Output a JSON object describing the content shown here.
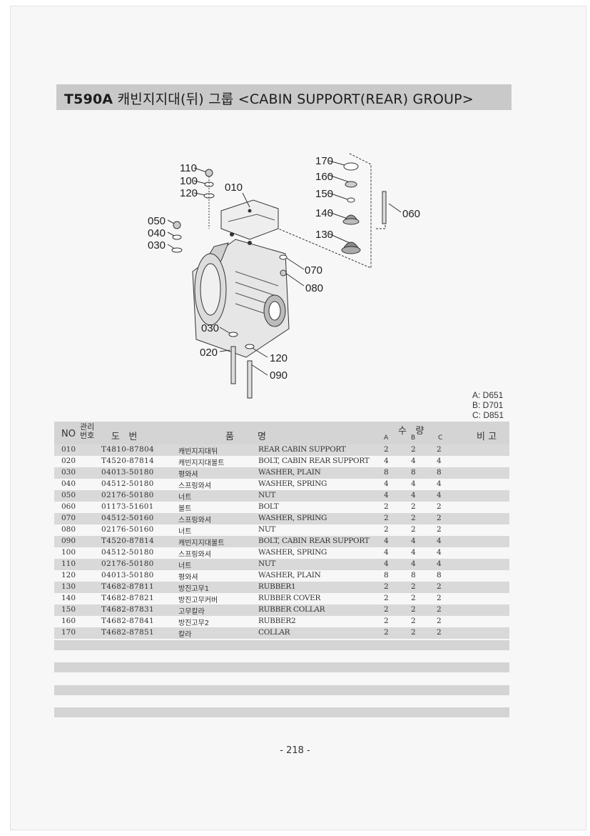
{
  "title": {
    "model": "T590A",
    "text": "캐빈지지대(뒤) 그룹 <CABIN SUPPORT(REAR) GROUP>"
  },
  "diagram": {
    "callouts": [
      "110",
      "100",
      "120",
      "010",
      "170",
      "160",
      "150",
      "140",
      "130",
      "060",
      "050",
      "040",
      "030",
      "070",
      "080",
      "030",
      "020",
      "120",
      "090"
    ]
  },
  "legend": {
    "a": "A: D651",
    "b": "B: D701",
    "c": "C: D851"
  },
  "table": {
    "headers": {
      "no": "NO",
      "mgmt": "관리\n번호",
      "drawing": "도   번",
      "name": "품        명",
      "qty": "수   량",
      "a": "A",
      "b": "B",
      "c": "C",
      "remark": "비 고"
    },
    "rows": [
      {
        "no": "010",
        "code": "T4810-87804",
        "kr": "캐빈지지대뒤",
        "en": "REAR CABIN SUPPORT",
        "a": "2",
        "b": "2",
        "c": "2"
      },
      {
        "no": "020",
        "code": "T4520-87814",
        "kr": "캐빈지지대볼트",
        "en": "BOLT, CABIN REAR SUPPORT",
        "a": "4",
        "b": "4",
        "c": "4"
      },
      {
        "no": "030",
        "code": "04013-50180",
        "kr": "평와셔",
        "en": "WASHER, PLAIN",
        "a": "8",
        "b": "8",
        "c": "8"
      },
      {
        "no": "040",
        "code": "04512-50180",
        "kr": "스프링와셔",
        "en": "WASHER, SPRING",
        "a": "4",
        "b": "4",
        "c": "4"
      },
      {
        "no": "050",
        "code": "02176-50180",
        "kr": "너트",
        "en": "NUT",
        "a": "4",
        "b": "4",
        "c": "4"
      },
      {
        "no": "060",
        "code": "01173-51601",
        "kr": "볼트",
        "en": "BOLT",
        "a": "2",
        "b": "2",
        "c": "2"
      },
      {
        "no": "070",
        "code": "04512-50160",
        "kr": "스프링와셔",
        "en": "WASHER, SPRING",
        "a": "2",
        "b": "2",
        "c": "2"
      },
      {
        "no": "080",
        "code": "02176-50160",
        "kr": "너트",
        "en": "NUT",
        "a": "2",
        "b": "2",
        "c": "2"
      },
      {
        "no": "090",
        "code": "T4520-87814",
        "kr": "캐빈지지대볼트",
        "en": "BOLT, CABIN REAR SUPPORT",
        "a": "4",
        "b": "4",
        "c": "4"
      },
      {
        "no": "100",
        "code": "04512-50180",
        "kr": "스프링와셔",
        "en": "WASHER, SPRING",
        "a": "4",
        "b": "4",
        "c": "4"
      },
      {
        "no": "110",
        "code": "02176-50180",
        "kr": "너트",
        "en": "NUT",
        "a": "4",
        "b": "4",
        "c": "4"
      },
      {
        "no": "120",
        "code": "04013-50180",
        "kr": "평와셔",
        "en": "WASHER, PLAIN",
        "a": "8",
        "b": "8",
        "c": "8"
      },
      {
        "no": "130",
        "code": "T4682-87811",
        "kr": "방진고무1",
        "en": "RUBBER1",
        "a": "2",
        "b": "2",
        "c": "2"
      },
      {
        "no": "140",
        "code": "T4682-87821",
        "kr": "방진고무커버",
        "en": "RUBBER COVER",
        "a": "2",
        "b": "2",
        "c": "2"
      },
      {
        "no": "150",
        "code": "T4682-87831",
        "kr": "고무칼라",
        "en": "RUBBER COLLAR",
        "a": "2",
        "b": "2",
        "c": "2"
      },
      {
        "no": "160",
        "code": "T4682-87841",
        "kr": "방진고무2",
        "en": "RUBBER2",
        "a": "2",
        "b": "2",
        "c": "2"
      },
      {
        "no": "170",
        "code": "T4682-87851",
        "kr": "칼라",
        "en": "COLLAR",
        "a": "2",
        "b": "2",
        "c": "2"
      }
    ]
  },
  "page_number": "- 218 -"
}
